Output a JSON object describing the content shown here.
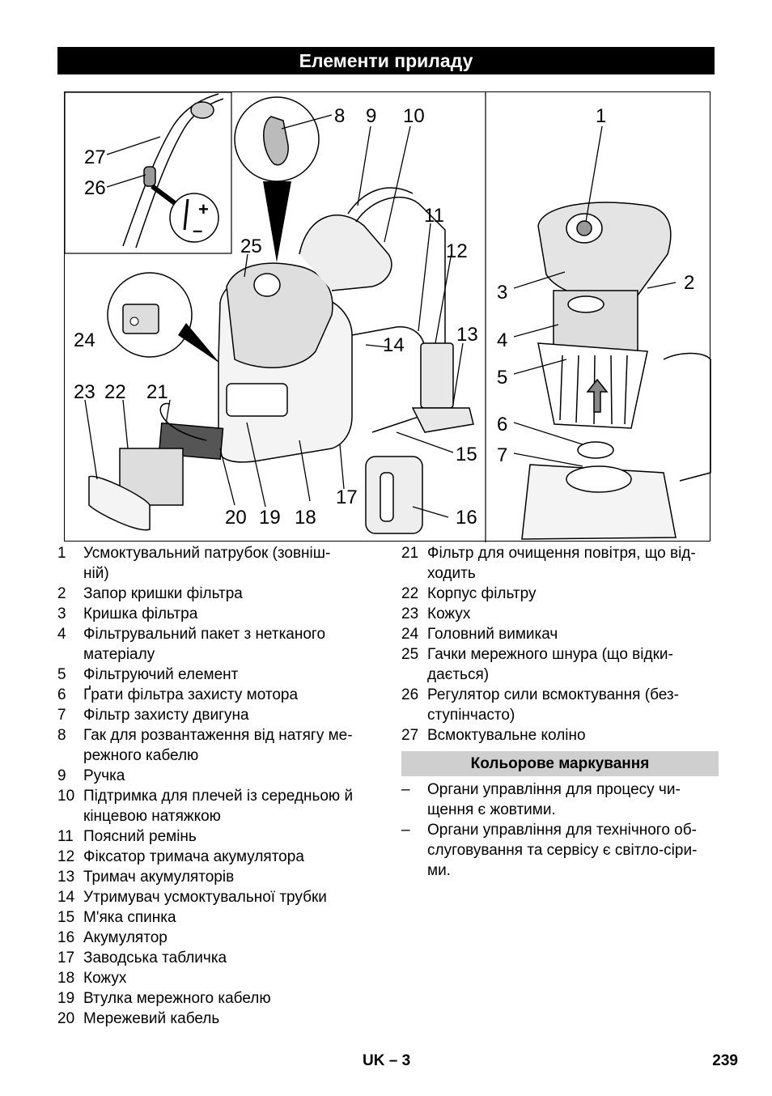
{
  "header": {
    "title": "Елементи приладу"
  },
  "figure": {
    "callouts": [
      "1",
      "2",
      "3",
      "4",
      "5",
      "6",
      "7",
      "8",
      "9",
      "10",
      "11",
      "12",
      "13",
      "14",
      "15",
      "16",
      "17",
      "18",
      "19",
      "20",
      "21",
      "22",
      "23",
      "24",
      "25",
      "26",
      "27"
    ],
    "suction_symbol": "+ / –"
  },
  "legend": {
    "left": [
      {
        "num": "1",
        "text": "Усмоктувальний патрубок (зовніш-\nній)"
      },
      {
        "num": "2",
        "text": "Запор кришки фільтра"
      },
      {
        "num": "3",
        "text": "Кришка фільтра"
      },
      {
        "num": "4",
        "text": "Фільтрувальний пакет з нетканого\nматеріалу"
      },
      {
        "num": "5",
        "text": "Фільтруючий елемент"
      },
      {
        "num": "6",
        "text": "Ґрати фільтра захисту мотора"
      },
      {
        "num": "7",
        "text": "Фільтр захисту двигуна"
      },
      {
        "num": "8",
        "text": "Гак для розвантаження від натягу ме-\nрежного кабелю"
      },
      {
        "num": "9",
        "text": "Ручка"
      },
      {
        "num": "10",
        "text": "Підтримка для плечей із середньою й\nкінцевою натяжкою"
      },
      {
        "num": "11",
        "text": "Поясний ремінь"
      },
      {
        "num": "12",
        "text": "Фіксатор тримача акумулятора"
      },
      {
        "num": "13",
        "text": "Тримач акумуляторів"
      },
      {
        "num": "14",
        "text": "Утримувач усмоктувальної трубки"
      },
      {
        "num": "15",
        "text": "М'яка спинка"
      },
      {
        "num": "16",
        "text": "Акумулятор"
      },
      {
        "num": "17",
        "text": "Заводська табличка"
      },
      {
        "num": "18",
        "text": "Кожух"
      },
      {
        "num": "19",
        "text": "Втулка мережного кабелю"
      },
      {
        "num": "20",
        "text": "Мережевий кабель"
      }
    ],
    "right": [
      {
        "num": "21",
        "text": "Фільтр для очищення повітря, що від-\nходить"
      },
      {
        "num": "22",
        "text": "Корпус фільтру"
      },
      {
        "num": "23",
        "text": "Кожух"
      },
      {
        "num": "24",
        "text": "Головний вимикач"
      },
      {
        "num": "25",
        "text": "Гачки мережного шнура (що відки-\nдається)"
      },
      {
        "num": "26",
        "text": "Регулятор сили всмоктування (без-\nступінчасто)"
      },
      {
        "num": "27",
        "text": "Всмоктувальне коліно"
      }
    ]
  },
  "color_section": {
    "heading": "Кольорове маркування",
    "bullets": [
      {
        "dash": "–",
        "text": "Органи управління для процесу чи-\nщення є жовтими."
      },
      {
        "dash": "–",
        "text": "Органи управління для технічного об-\nслуговування та сервісу є світло-сіри-\nми."
      }
    ]
  },
  "footer": {
    "section": "UK – 3",
    "page": "239"
  }
}
